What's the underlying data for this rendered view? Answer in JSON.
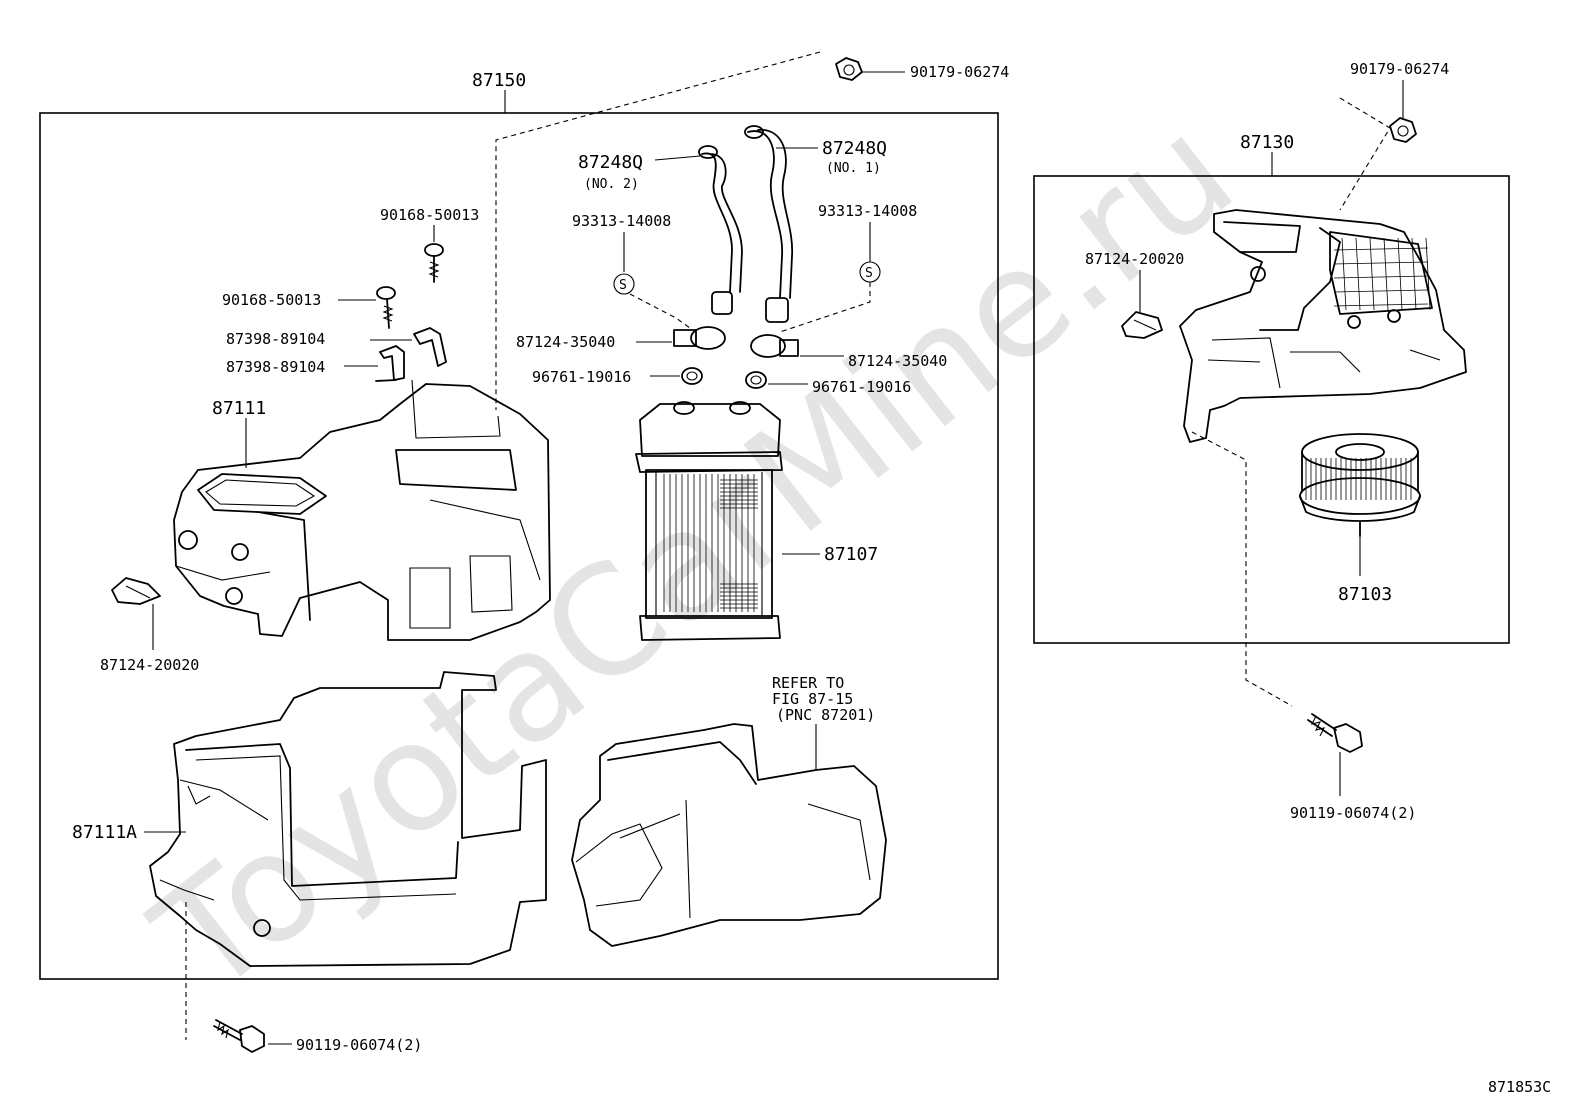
{
  "diagram": {
    "watermark": "ToyotaCarMine.ru",
    "code": "871853C",
    "assemblies": {
      "heater_unit": "87150",
      "blower_unit": "87130"
    },
    "labels": {
      "bolt_top_left": "90179-06274",
      "bolt_top_right": "90179-06274",
      "screw_a": "90168-50013",
      "screw_b": "90168-50013",
      "bracket_a": "87398-89104",
      "bracket_b": "87398-89104",
      "case": "87111",
      "clip_left": "87124-20020",
      "hose_no2": "87248Q",
      "hose_no2_sub": "(NO. 2)",
      "hose_no1": "87248Q",
      "hose_no1_sub": "(NO. 1)",
      "hclamp_left": "93313-14008",
      "hclamp_right": "93313-14008",
      "clamp_left": "87124-35040",
      "clamp_right": "87124-35040",
      "oring_left": "96761-19016",
      "oring_right": "96761-19016",
      "core": "87107",
      "refer_1": "REFER TO",
      "refer_2": "FIG 87-15",
      "refer_3": "(PNC 87201)",
      "lower_case": "87111A",
      "bolt_bottom_left": "90119-06074(2)",
      "clip_right": "87124-20020",
      "motor": "87103",
      "bolt_right": "90119-06074(2)",
      "s_symbol": "S"
    }
  }
}
